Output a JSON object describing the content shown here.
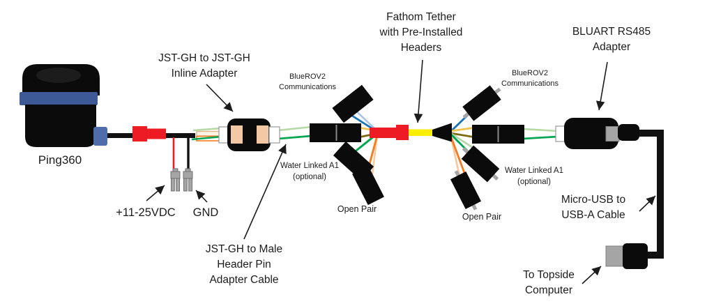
{
  "labels": {
    "ping360": "Ping360",
    "inline_adapter": "JST-GH to JST-GH\nInline Adapter",
    "male_header_cable": "JST-GH to Male\nHeader Pin\nAdapter Cable",
    "fathom_tether": "Fathom Tether\nwith Pre-Installed\nHeaders",
    "bluart_adapter": "BLUART RS485\nAdapter",
    "bluerov2_left": "BlueROV2\nCommunications",
    "bluerov2_right": "BlueROV2\nCommunications",
    "water_linked_left": "Water Linked A1\n(optional)",
    "water_linked_right": "Water Linked A1\n(optional)",
    "open_pair_left": "Open Pair",
    "open_pair_right": "Open Pair",
    "power_positive": "+11-25VDC",
    "power_ground": "GND",
    "micro_usb_cable": "Micro-USB to\nUSB-A Cable",
    "topside_computer": "To Topside\nComputer"
  },
  "colors": {
    "black": "#111111",
    "red": "#ed1c24",
    "tether_yellow": "#f9ee00",
    "pair_gold": "#f0c44c",
    "pair_olive": "#7d6a14",
    "pair_blue": "#1b75bb",
    "pair_blue_light": "#aac4e6",
    "pair_green": "#00a651",
    "pair_green_light": "#b4d9a4",
    "pair_orange": "#f47b20",
    "pair_orange_light": "#f8c89c",
    "jst_tan": "#f2c9a4",
    "metal_gray": "#a5a5a5",
    "ping_blue": "#3d5a96",
    "ping_blue_light": "#4f6cab",
    "wire_white": "#fdf5e8"
  }
}
